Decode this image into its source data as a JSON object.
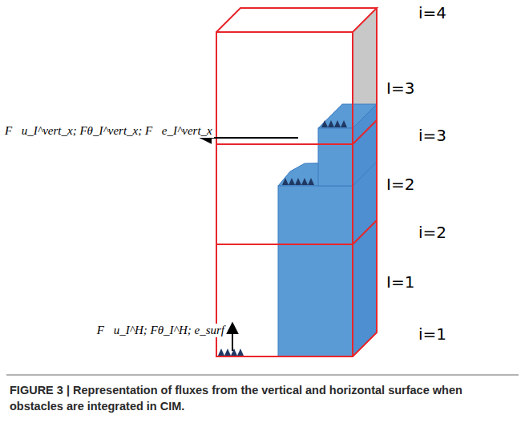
{
  "diagram": {
    "caption": "FIGURE 3 | Representation of fluxes from the vertical and horizontal surface when obstacles are integrated in CIM.",
    "labels": [
      "i=4",
      "I=3",
      "i=3",
      "I=2",
      "i=2",
      "I=1",
      "i=1",
      "F⃗u_I^vert_x; Fθ_I^vert_x; F⃗e_I^vert_x",
      "F⃗u_I^H; Fθ_I^H; e_surf"
    ]
  }
}
